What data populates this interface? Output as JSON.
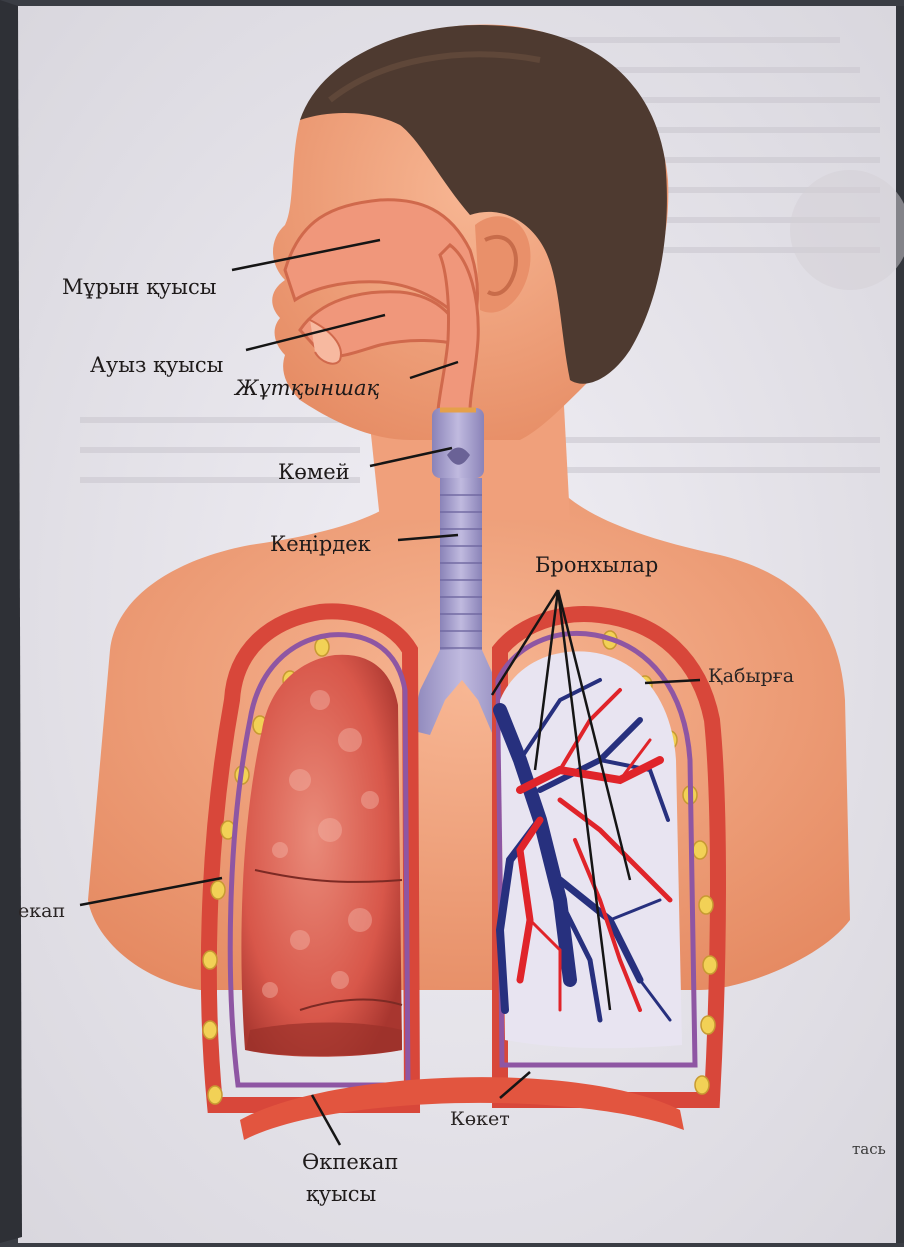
{
  "labels": {
    "nasal_cavity": "Мұрын қуысы",
    "oral_cavity": "Ауыз қуысы",
    "pharynx": "Жұтқыншақ",
    "larynx": "Көмей",
    "trachea": "Кеңірдек",
    "bronchi": "Бронхылар",
    "rib": "Қабырға",
    "lung": "екап",
    "diaphragm": "Көкет",
    "pleural_cavity_line1": "Өкпекап",
    "pleural_cavity_line2": "қуысы"
  },
  "page_edge_text": {
    "bottom_right": "тась"
  },
  "colors": {
    "skin": "#f2a57e",
    "skin_shadow": "#e48a63",
    "hair": "#4e3a30",
    "airway": "#f0977b",
    "trachea": "#9a93c4",
    "lung_left": "#d8574a",
    "lung_outline": "#8e56a3",
    "vessel_red": "#e0242a",
    "vessel_blue": "#27307e",
    "rib_yellow": "#f2d156",
    "diaphragm": "#e2553f",
    "paper": "#e9e7ee"
  }
}
